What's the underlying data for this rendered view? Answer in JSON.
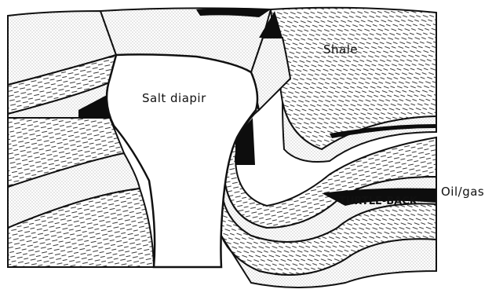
{
  "labels": {
    "shale": "Shale",
    "salt": "Salt diapir",
    "oilgas": "Oil/gas",
    "turtle": "TURTLE-BACK"
  },
  "colors": {
    "ink": "#111111",
    "paper": "#ffffff",
    "sand_dot": "#8a8a8a",
    "oil": "#0d0d0d"
  }
}
